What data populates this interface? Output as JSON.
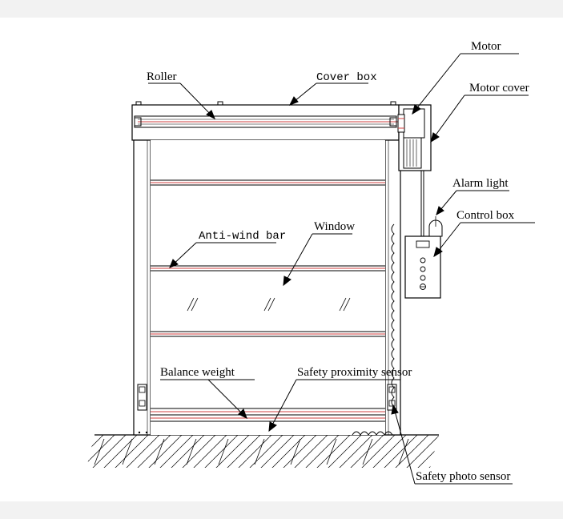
{
  "labels": {
    "roller": "Roller",
    "cover_box": "Cover box",
    "motor": "Motor",
    "motor_cover": "Motor cover",
    "alarm_light": "Alarm light",
    "control_box": "Control box",
    "anti_wind_bar": "Anti-wind bar",
    "window": "Window",
    "balance_weight": "Balance weight",
    "safety_proximity_sensor": "Safety proximity sensor",
    "safety_photo_sensor": "Safety photo sensor"
  },
  "colors": {
    "line": "#000000",
    "red_line": "#d04040",
    "ground_band": "#f2f2f2"
  }
}
